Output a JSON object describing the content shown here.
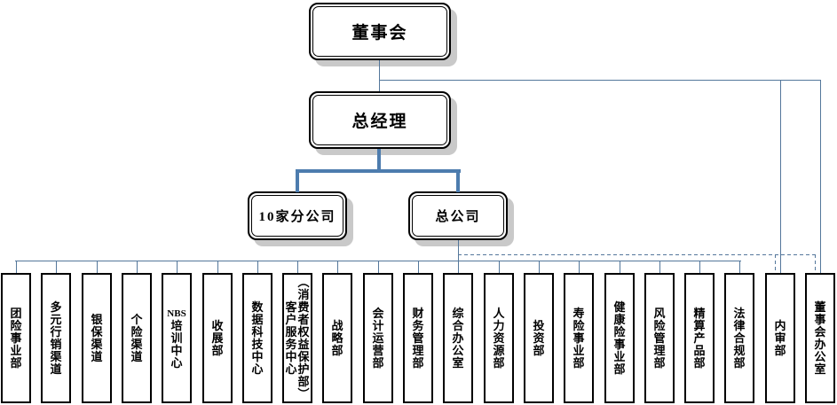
{
  "diagram": {
    "board_label": "董事会",
    "gm_label": "总经理",
    "branch_label": "10家分公司",
    "head_label": "总公司"
  },
  "departments": [
    {
      "label": "团险事业部"
    },
    {
      "label": "多元行销渠道"
    },
    {
      "label": "银保渠道"
    },
    {
      "label": "个险渠道"
    },
    {
      "label": "NBS培训中心"
    },
    {
      "label": "收展部"
    },
    {
      "label": "数据科技中心"
    },
    {
      "label": "客户服务中心",
      "label2": "（消费者权益保护部）"
    },
    {
      "label": "战略部"
    },
    {
      "label": "会计运营部"
    },
    {
      "label": "财务管理部"
    },
    {
      "label": "综合办公室"
    },
    {
      "label": "人力资源部"
    },
    {
      "label": "投资部"
    },
    {
      "label": "寿险事业部"
    },
    {
      "label": "健康险事业部"
    },
    {
      "label": "风险管理部"
    },
    {
      "label": "精算产品部"
    },
    {
      "label": "法律合规部"
    },
    {
      "label": "内审部"
    },
    {
      "label": "董事会办公室"
    }
  ],
  "colors": {
    "thin_line": "#54779b",
    "thick_line": "#4d7cae",
    "box_border": "#000000",
    "box_shadow": "#c9c9c9",
    "background": "#ffffff"
  }
}
